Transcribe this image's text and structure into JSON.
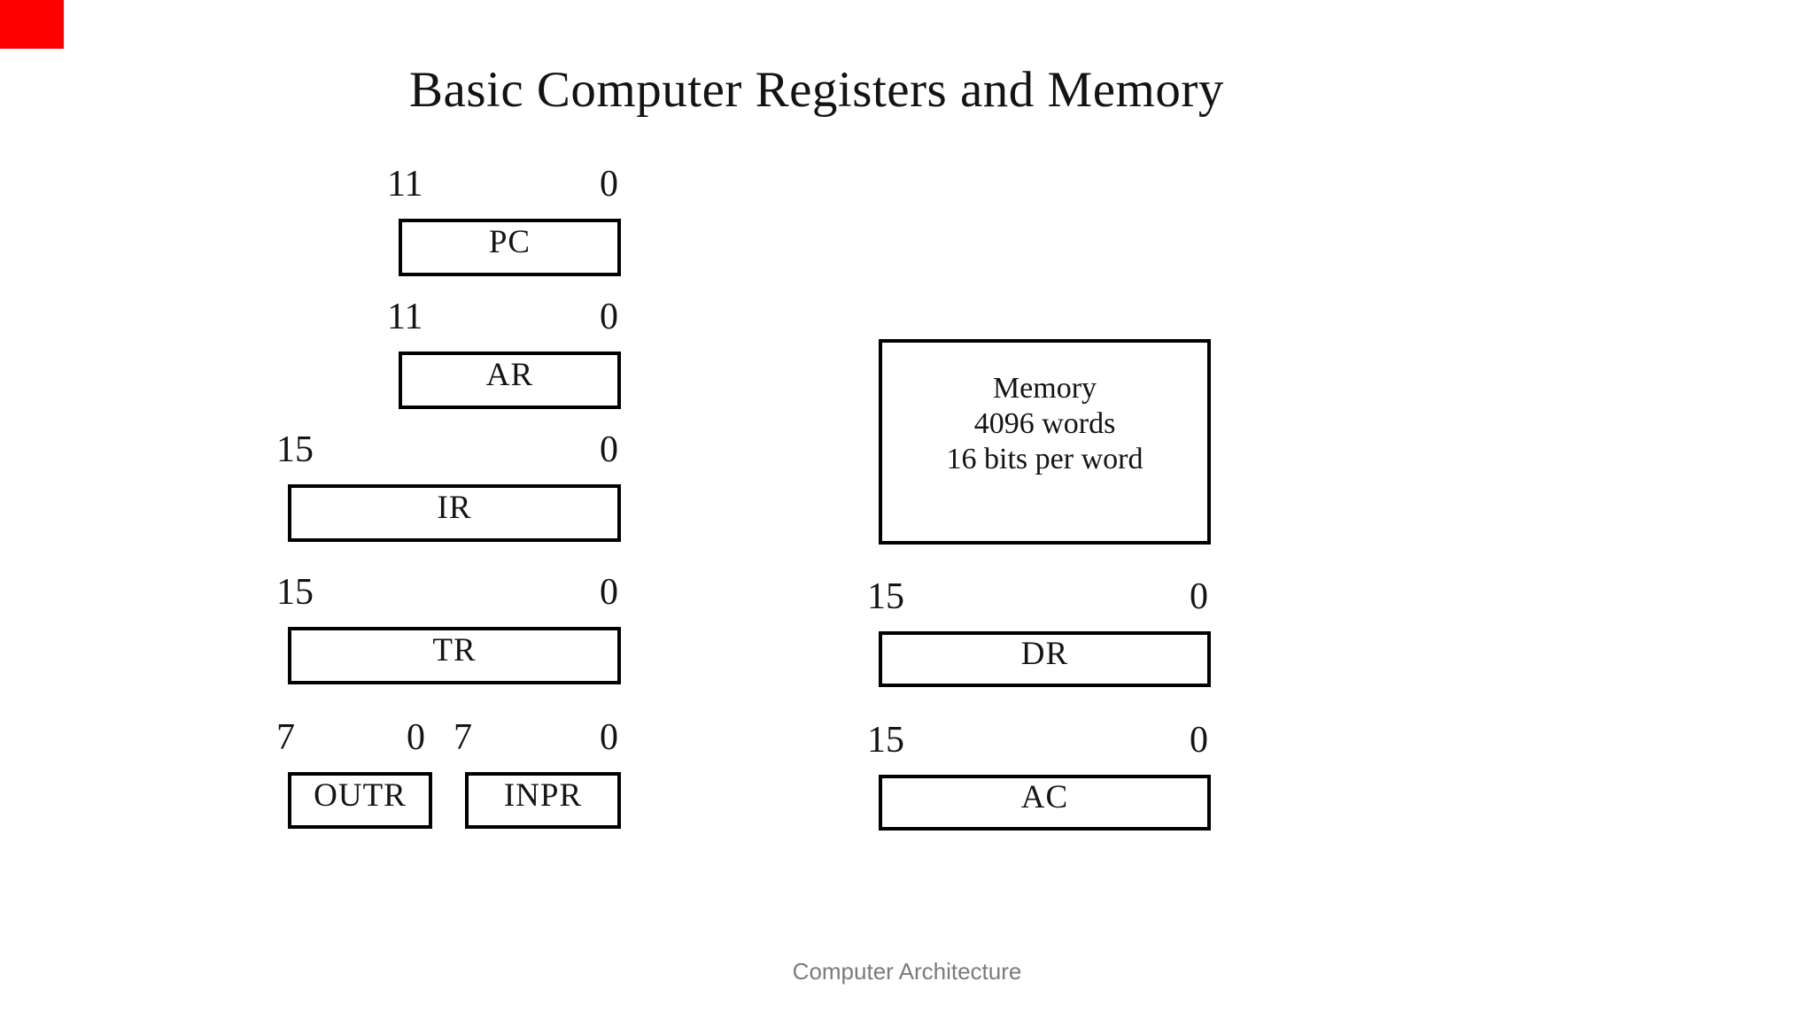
{
  "title": "Basic Computer Registers and Memory",
  "footer": "Computer Architecture",
  "indicator": {
    "color": "#fe0000"
  },
  "memory": {
    "lines": [
      "Memory",
      "4096 words",
      "16 bits per word"
    ]
  },
  "registers": {
    "pc": {
      "label": "PC",
      "high_bit": "11",
      "low_bit": "0"
    },
    "ar": {
      "label": "AR",
      "high_bit": "11",
      "low_bit": "0"
    },
    "ir": {
      "label": "IR",
      "high_bit": "15",
      "low_bit": "0"
    },
    "tr": {
      "label": "TR",
      "high_bit": "15",
      "low_bit": "0"
    },
    "outr": {
      "label": "OUTR",
      "high_bit": "7",
      "low_bit": "0"
    },
    "inpr": {
      "label": "INPR",
      "high_bit": "7",
      "low_bit": "0"
    },
    "dr": {
      "label": "DR",
      "high_bit": "15",
      "low_bit": "0"
    },
    "ac": {
      "label": "AC",
      "high_bit": "15",
      "low_bit": "0"
    }
  },
  "colors": {
    "background": "#ffffff",
    "box_border": "#000000",
    "diagram_text": "#141414",
    "footer_text": "#7b7b7b",
    "indicator_red": "#fe0000"
  }
}
